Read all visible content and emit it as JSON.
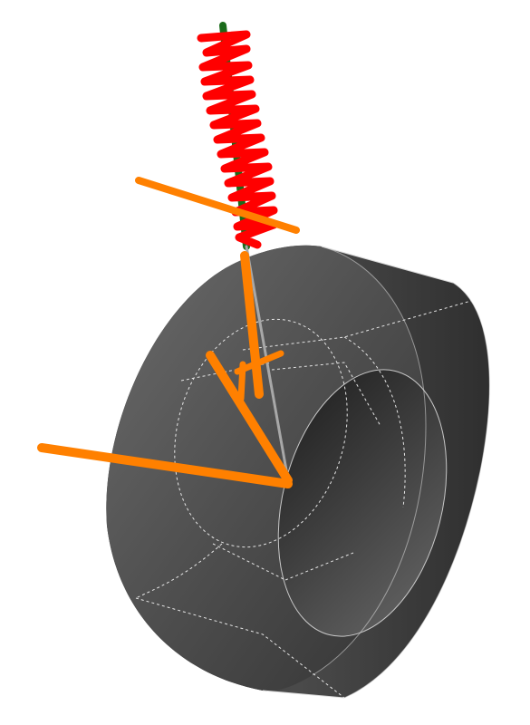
{
  "scene": {
    "components": [
      "wheel",
      "coil-spring",
      "damper-rod",
      "upper-control-arm",
      "lower-control-arm",
      "steering-link",
      "upright"
    ],
    "colors": {
      "background": "#ffffff",
      "wheel_dark": "#2a2a2a",
      "wheel_mid": "#4a4a4a",
      "wheel_light": "#6a6a6a",
      "spring": "#ff0000",
      "damper": "#1a6b1a",
      "links": "#ff8000",
      "edges": "#d0d0d0"
    }
  }
}
